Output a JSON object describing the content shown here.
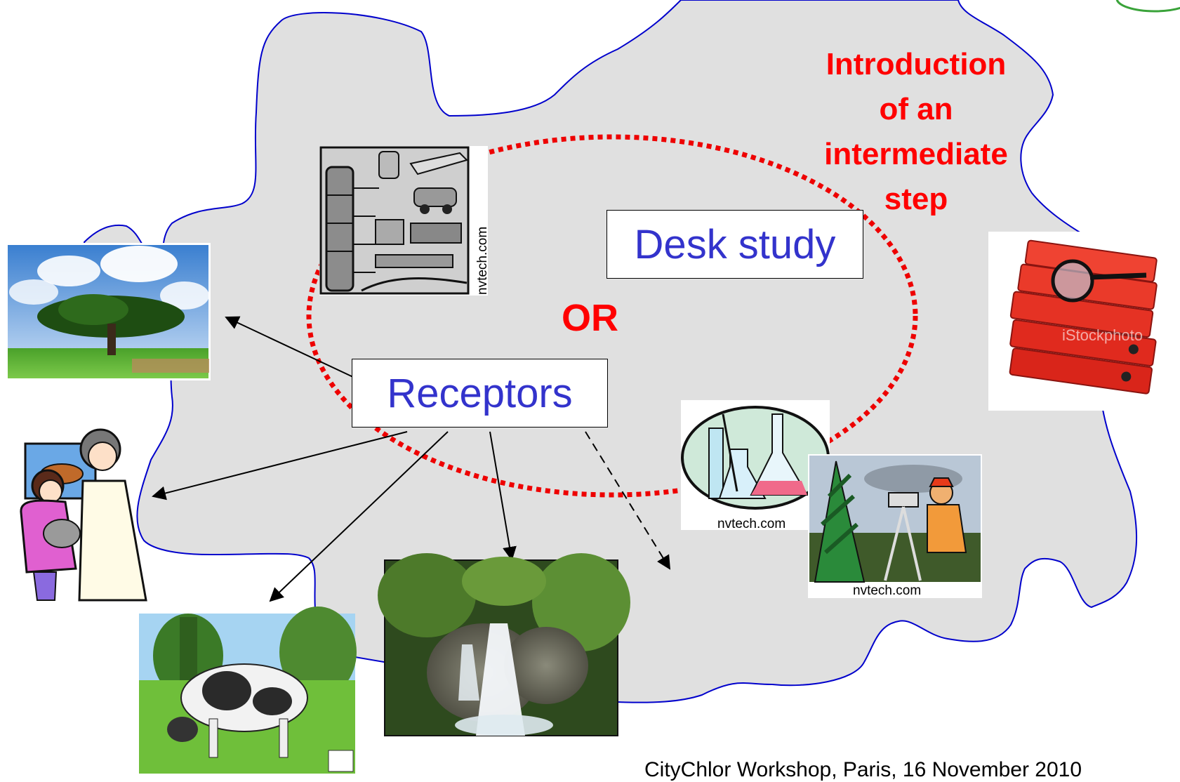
{
  "title": "Introduction of an intermediate step",
  "title_lines": [
    "Introduction",
    "of an",
    "intermediate",
    "step"
  ],
  "boxes": {
    "desk_study": "Desk study",
    "receptors": "Receptors"
  },
  "or_label": "OR",
  "watermarks": {
    "industry": "nvtech.com",
    "lab": "nvtech.com",
    "survey": "nvtech.com",
    "folders": "iStockphoto"
  },
  "footer": "CityChlor Workshop, Paris, 16 November 2010",
  "colors": {
    "area_fill": "#e0e0e0",
    "area_outline": "#0000cc",
    "ellipse": "#ee0000",
    "title_text": "#ff0000",
    "box_text": "#3333cc"
  },
  "icons": [
    "industry-process-icon",
    "tree-icon",
    "vet-family-icon",
    "cow-photo",
    "waterfall-photo",
    "lab-flasks-icon",
    "surveyor-icon",
    "red-folders-photo"
  ]
}
